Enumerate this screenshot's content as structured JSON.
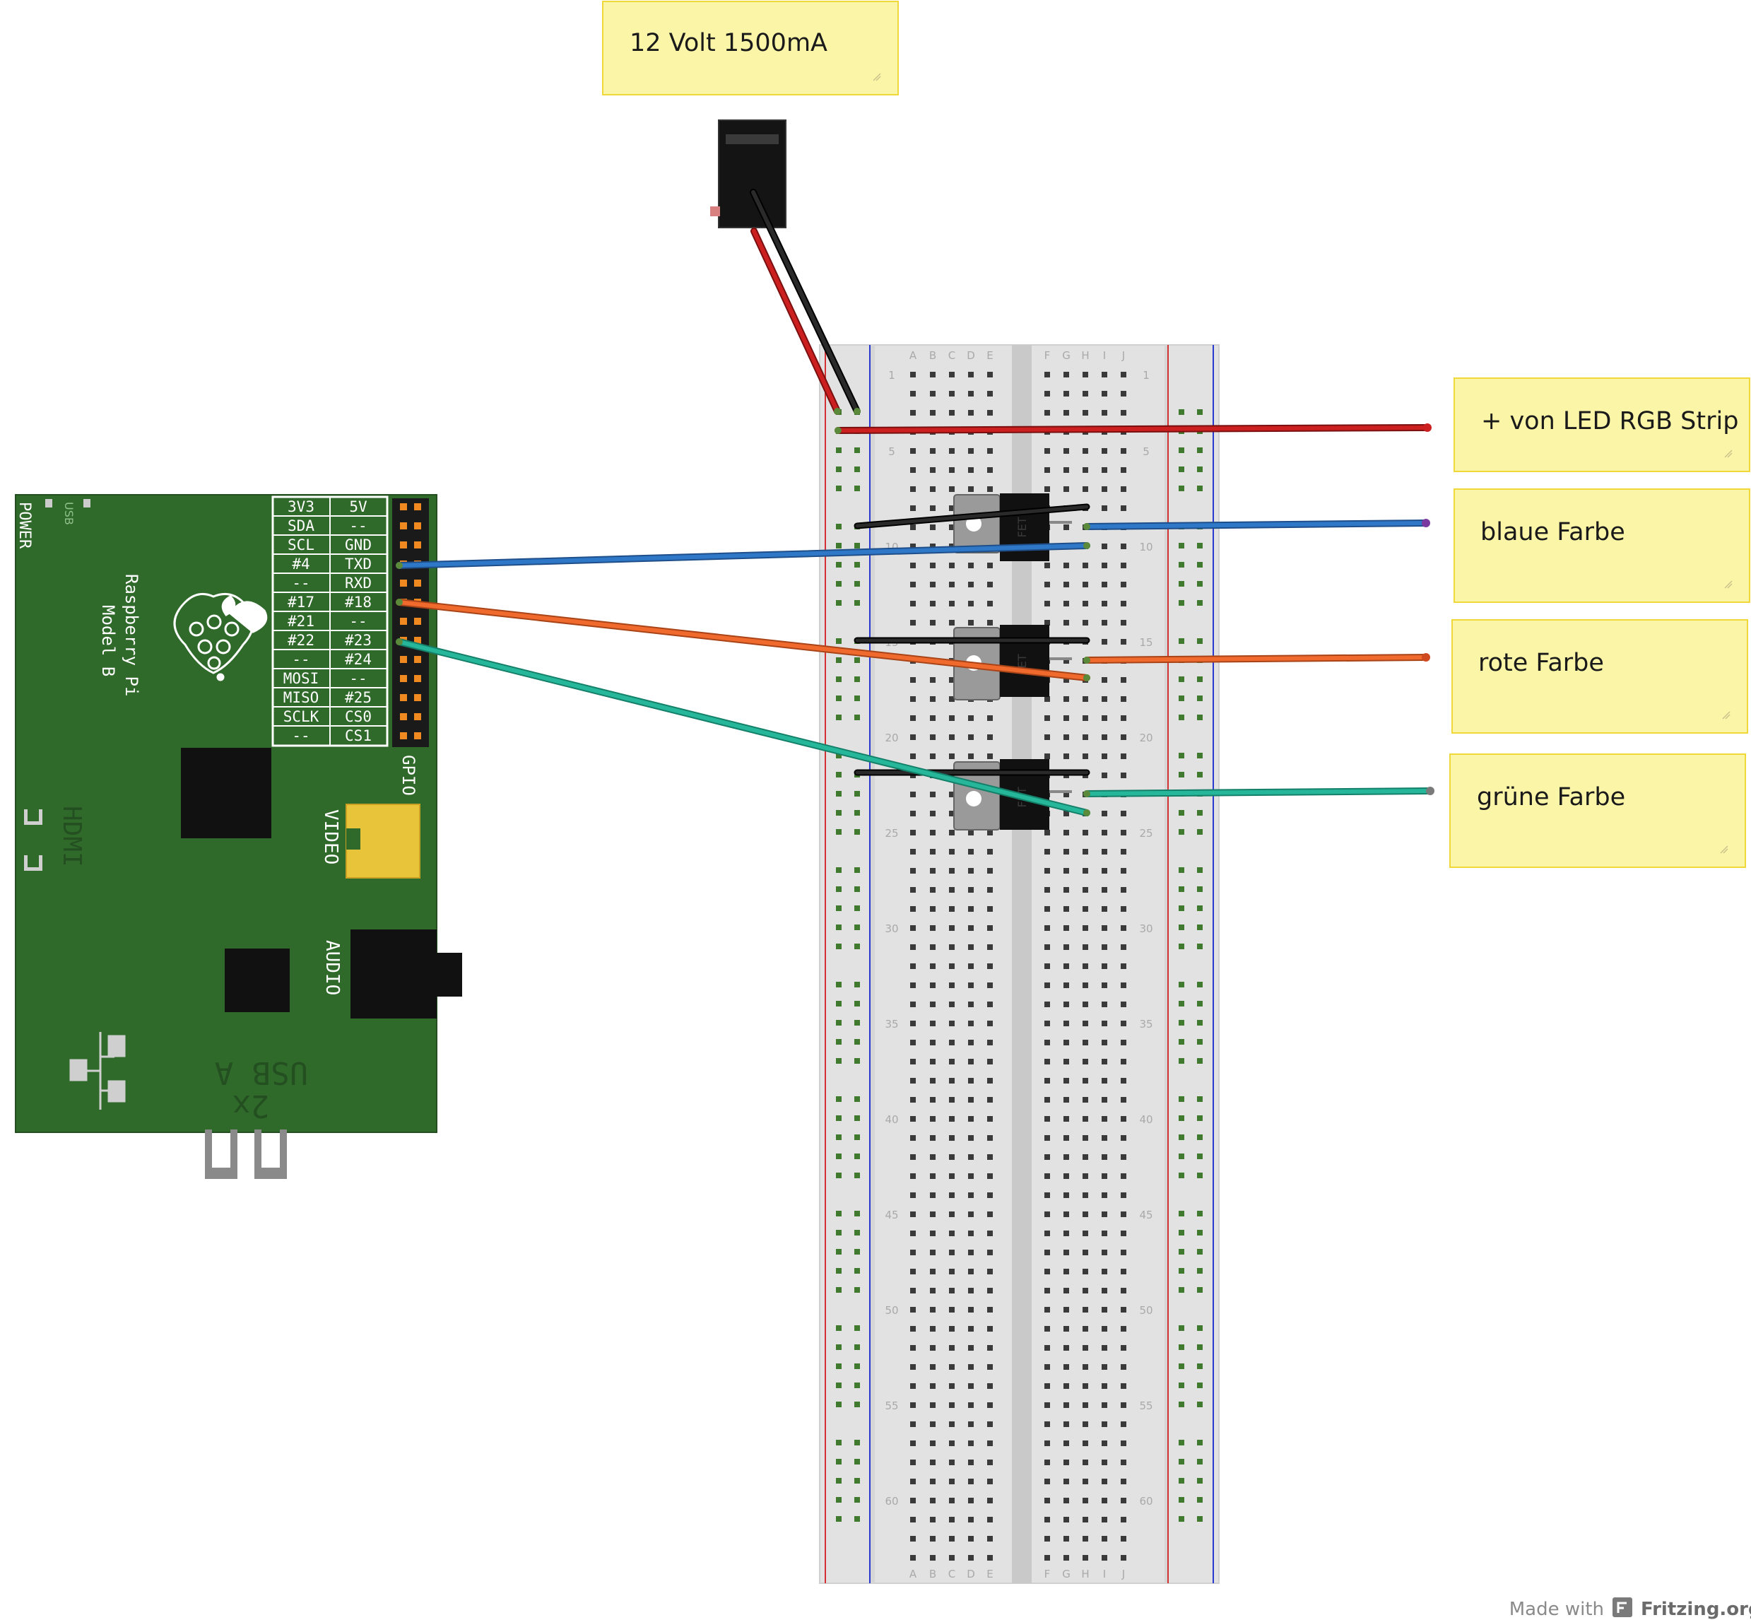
{
  "notes": {
    "power": "12 Volt 1500mA",
    "plus_strip": "+ von LED RGB Strip",
    "blue": "blaue Farbe",
    "red": "rote Farbe",
    "green": "grüne Farbe"
  },
  "raspberry_pi": {
    "name": "Raspberry Pi",
    "model": "Model B",
    "power": "POWER",
    "usb_small": "USB",
    "hdmi": "HDMI",
    "video": "VIDEO",
    "audio": "AUDIO",
    "usb_count": "2x",
    "usb_a": "USB A",
    "gpio": "GPIO",
    "gpio_rows": [
      [
        "3V3",
        "5V"
      ],
      [
        "SDA",
        "--"
      ],
      [
        "SCL",
        "GND"
      ],
      [
        "#4",
        "TXD"
      ],
      [
        "--",
        "RXD"
      ],
      [
        "#17",
        "#18"
      ],
      [
        "#21",
        "--"
      ],
      [
        "#22",
        "#23"
      ],
      [
        "--",
        "#24"
      ],
      [
        "MOSI",
        "--"
      ],
      [
        "MISO",
        "#25"
      ],
      [
        "SCLK",
        "CS0"
      ],
      [
        "--",
        "CS1"
      ]
    ]
  },
  "breadboard": {
    "cols_left": [
      "A",
      "B",
      "C",
      "D",
      "E"
    ],
    "cols_right": [
      "F",
      "G",
      "H",
      "I",
      "J"
    ],
    "row_numbers": [
      "1",
      "5",
      "10",
      "15",
      "20",
      "25",
      "30",
      "35",
      "40",
      "45",
      "50",
      "55",
      "60"
    ]
  },
  "fets": [
    "FET",
    "FET",
    "FET"
  ],
  "colors": {
    "wire_red": "#cc1f1f",
    "wire_black": "#222222",
    "wire_blue": "#2f78c8",
    "wire_orange": "#ef6a2c",
    "wire_teal": "#26b79a",
    "note_fill": "#fbf5a8",
    "note_border": "#f0d83a",
    "pcb_green": "#2f6a2a"
  },
  "footer": {
    "made_with": "Made with",
    "brand": "Fritzing.org"
  }
}
